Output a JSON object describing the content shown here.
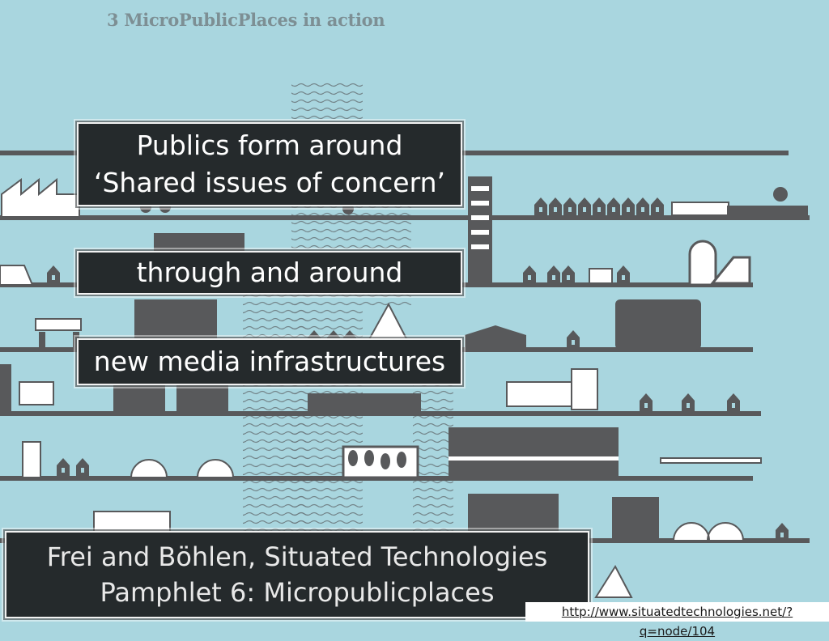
{
  "slide": {
    "heading": "3  MicroPublicPlaces in action",
    "box1": {
      "line1": "Publics form around",
      "line2": "‘Shared issues of concern’"
    },
    "box2": {
      "text": "through and around"
    },
    "box3": {
      "text": "new media infrastructures"
    },
    "citation": {
      "line1": "Frei and Böhlen, Situated Technologies",
      "line2": "Pamphlet 6: Micropublicplaces"
    },
    "url": "http://www.situatedtechnologies.net/?q=node/104"
  },
  "colors": {
    "background": "#a9d6df",
    "buildings": "#5a5a5c",
    "caption_box": "#252a2c",
    "heading": "#7d8f94"
  },
  "icons": [
    "wave-pattern-icon",
    "house-icon",
    "factory-icon",
    "tree-icon",
    "tower-icon"
  ]
}
